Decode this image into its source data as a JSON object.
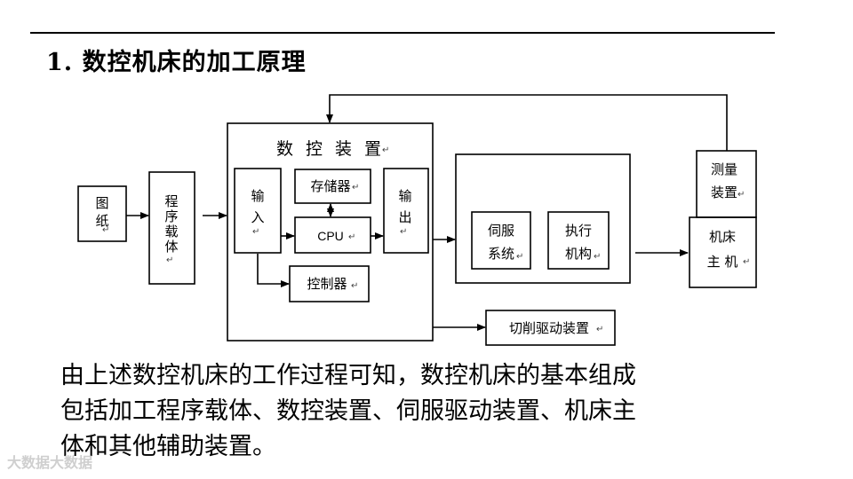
{
  "title": "1. 数控机床的加工原理",
  "diagram": {
    "drawing": "图\n纸",
    "program_carrier": "程\n序\n载\n体",
    "cnc_device": "数 控 装 置",
    "input": "输\n入",
    "storage": "存储器",
    "cpu": "CPU",
    "output": "输\n出",
    "controller": "控制器",
    "servo_system": "伺服\n系统",
    "actuator": "执行\n机构",
    "measuring_device": "测量\n装置",
    "machine_main": "机床\n主  机",
    "cutting_drive": "切削驱动装置",
    "para_mark": "↵"
  },
  "body_lines": [
    "由上述数控机床的工作过程可知，数控机床的基本组成",
    "包括加工程序载体、数控装置、伺服驱动装置、机床主",
    "体和其他辅助装置。"
  ],
  "watermark": "大数据大数据"
}
